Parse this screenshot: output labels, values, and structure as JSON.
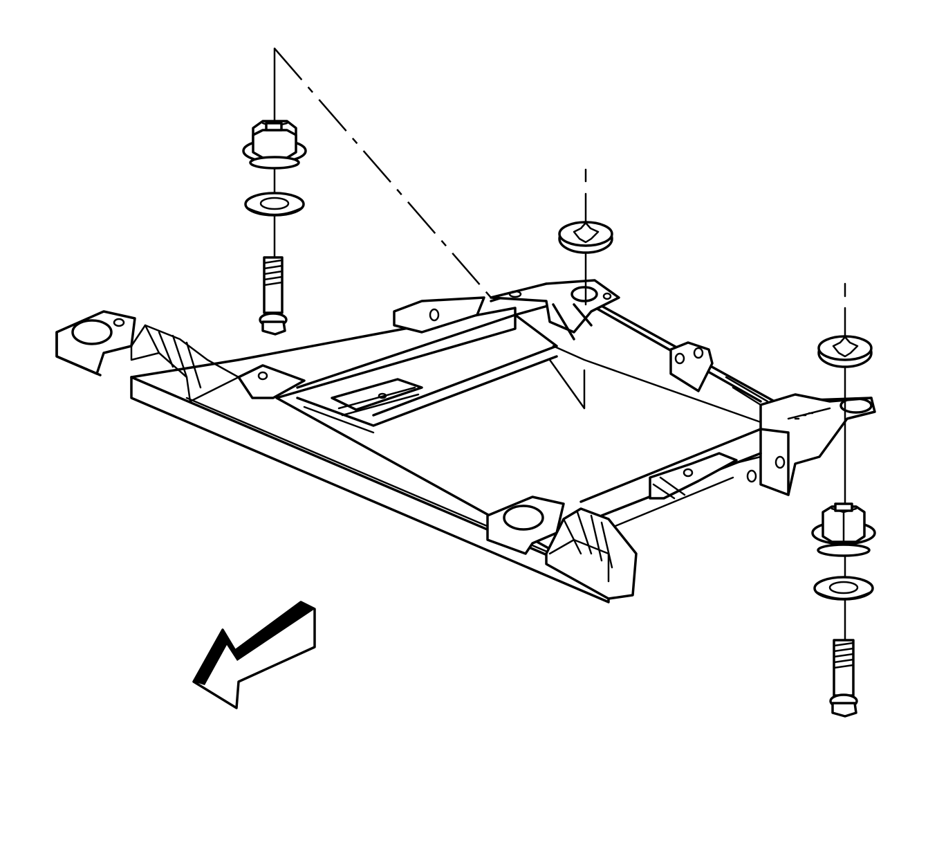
{
  "diagram": {
    "type": "exploded-assembly",
    "parts": [
      "crossmember-frame",
      "rear-left-mount-bolt",
      "rear-left-mount-washer",
      "rear-left-mount-nut",
      "front-center-retainer",
      "front-right-retainer",
      "right-mount-nut",
      "right-mount-washer",
      "right-mount-bolt",
      "direction-arrow"
    ],
    "colors": {
      "ink": "#000000",
      "paper": "#ffffff"
    }
  }
}
